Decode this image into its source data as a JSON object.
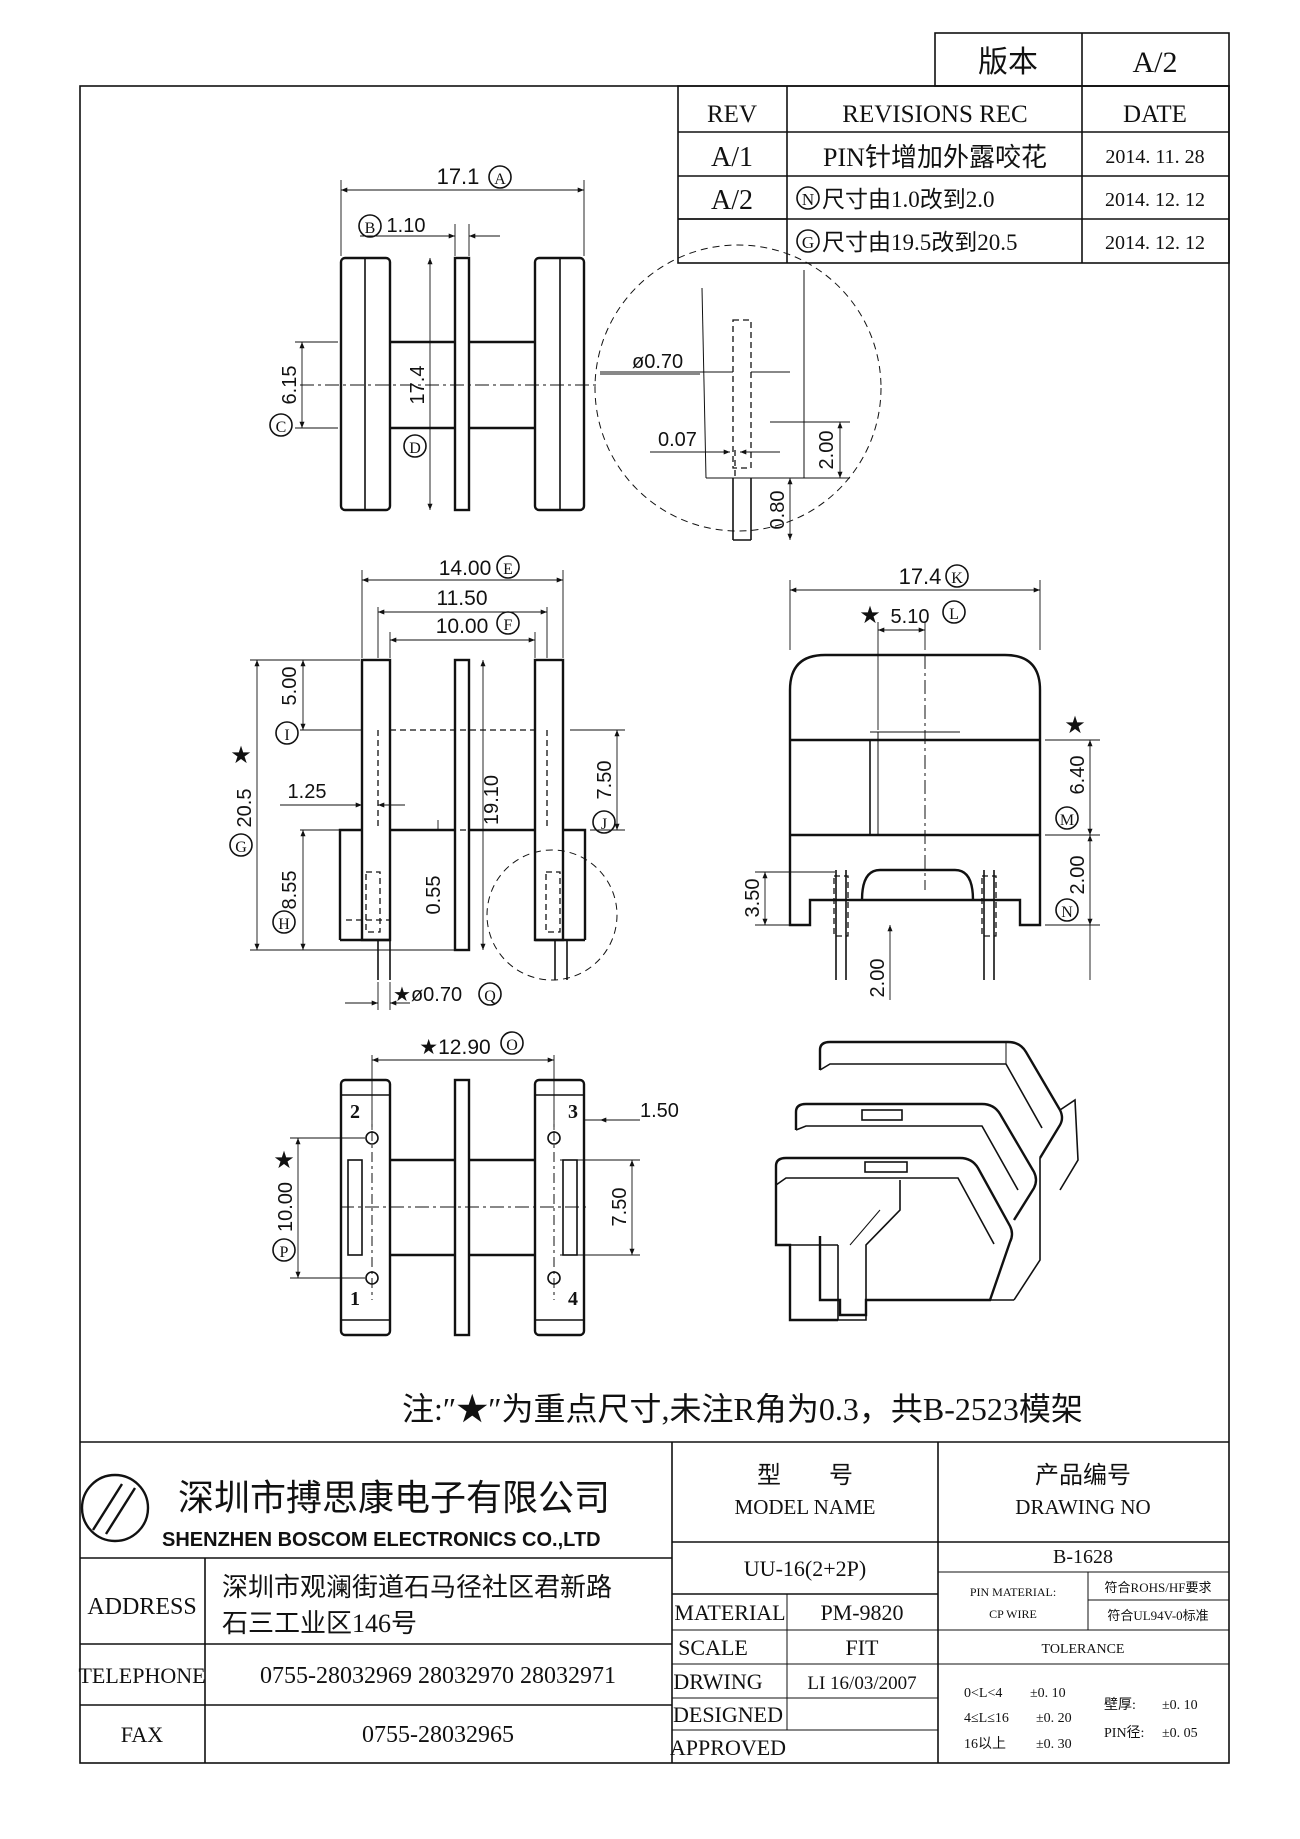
{
  "version_box": {
    "label": "版本",
    "value": "A/2"
  },
  "revisions": {
    "headers": [
      "REV",
      "REVISIONS REC",
      "DATE"
    ],
    "rows": [
      {
        "rev": "A/1",
        "rec": "PIN针增加外露咬花",
        "date": "2014. 11. 28"
      },
      {
        "rev": "A/2",
        "rec_mark": "N",
        "rec": "尺寸由1.0改到2.0",
        "date": "2014. 12. 12"
      },
      {
        "rev": "",
        "rec_mark": "G",
        "rec": "尺寸由19.5改到20.5",
        "date": "2014. 12. 12"
      }
    ]
  },
  "dimensions": {
    "top_width": "17.1",
    "top_width_mark": "A",
    "b_val": "1.10",
    "b_mark": "B",
    "c_val": "6.15",
    "c_mark": "C",
    "d_val": "17.4",
    "d_mark": "D",
    "detail_pin": "0.70",
    "detail_gap": "0.07",
    "detail_h1": "2.00",
    "detail_h2": "0.80",
    "e_val": "14.00",
    "e_mark": "E",
    "mid_width": "11.50",
    "f_val": "10.00",
    "f_mark": "F",
    "i_val": "5.00",
    "i_mark": "I",
    "g_val": "20.5",
    "g_mark": "G",
    "w125": "1.25",
    "h1910": "19.10",
    "j_val": "7.50",
    "j_mark": "J",
    "h_val": "8.55",
    "h_mark": "H",
    "v055": "0.55",
    "q_val": "0.70",
    "q_mark": "Q",
    "k_val": "17.4",
    "k_mark": "K",
    "l_val": "5.10",
    "l_mark": "L",
    "m_val": "6.40",
    "m_mark": "M",
    "n_val": "2.00",
    "n_mark": "N",
    "side_350": "3.50",
    "side_200": "2.00",
    "o_val": "12.90",
    "o_mark": "O",
    "b150": "1.50",
    "p_val": "10.00",
    "p_mark": "P",
    "b750": "7.50",
    "pins": [
      "1",
      "2",
      "3",
      "4"
    ],
    "star": "★",
    "dia": "ø"
  },
  "note": "注:″★″为重点尺寸,未注R角为0.3，共B-2523模架",
  "titleblock": {
    "company_cn": "深圳市搏思康电子有限公司",
    "company_en": "SHENZHEN BOSCOM ELECTRONICS CO.,LTD",
    "address_label": "ADDRESS",
    "address_line1": "深圳市观澜街道石马径社区君新路",
    "address_line2": "石三工业区146号",
    "telephone_label": "TELEPHONE",
    "telephone": "0755-28032969 28032970 28032971",
    "fax_label": "FAX",
    "fax": "0755-28032965",
    "model_cn": "型　　号",
    "model_en": "MODEL NAME",
    "model_value": "UU-16(2+2P)",
    "drawing_cn": "产品编号",
    "drawing_en": "DRAWING NO",
    "drawing_value": "B-1628",
    "material_label": "MATERIAL",
    "material_value": "PM-9820",
    "scale_label": "SCALE",
    "scale_value": "FIT",
    "drwing_label": "DRWING",
    "drwing_value": "LI 16/03/2007",
    "designed_label": "DESIGNED",
    "approved_label": "APPROVED",
    "pin_material_label": "PIN MATERIAL:",
    "pin_material_value": "CP WIRE",
    "rohs": "符合ROHS/HF要求",
    "ul": "符合UL94V-0标准",
    "tolerance_label": "TOLERANCE",
    "tol1_range": "0<L<4",
    "tol1_val": "±0. 10",
    "tol2_range": "4≤L≤16",
    "tol2_val": "±0. 20",
    "tol3_range": "16以上",
    "tol3_val": "±0. 30",
    "wall_label": "壁厚:",
    "wall_val": "±0. 10",
    "pin_dia_label": "PIN径:",
    "pin_dia_val": "±0. 05"
  }
}
